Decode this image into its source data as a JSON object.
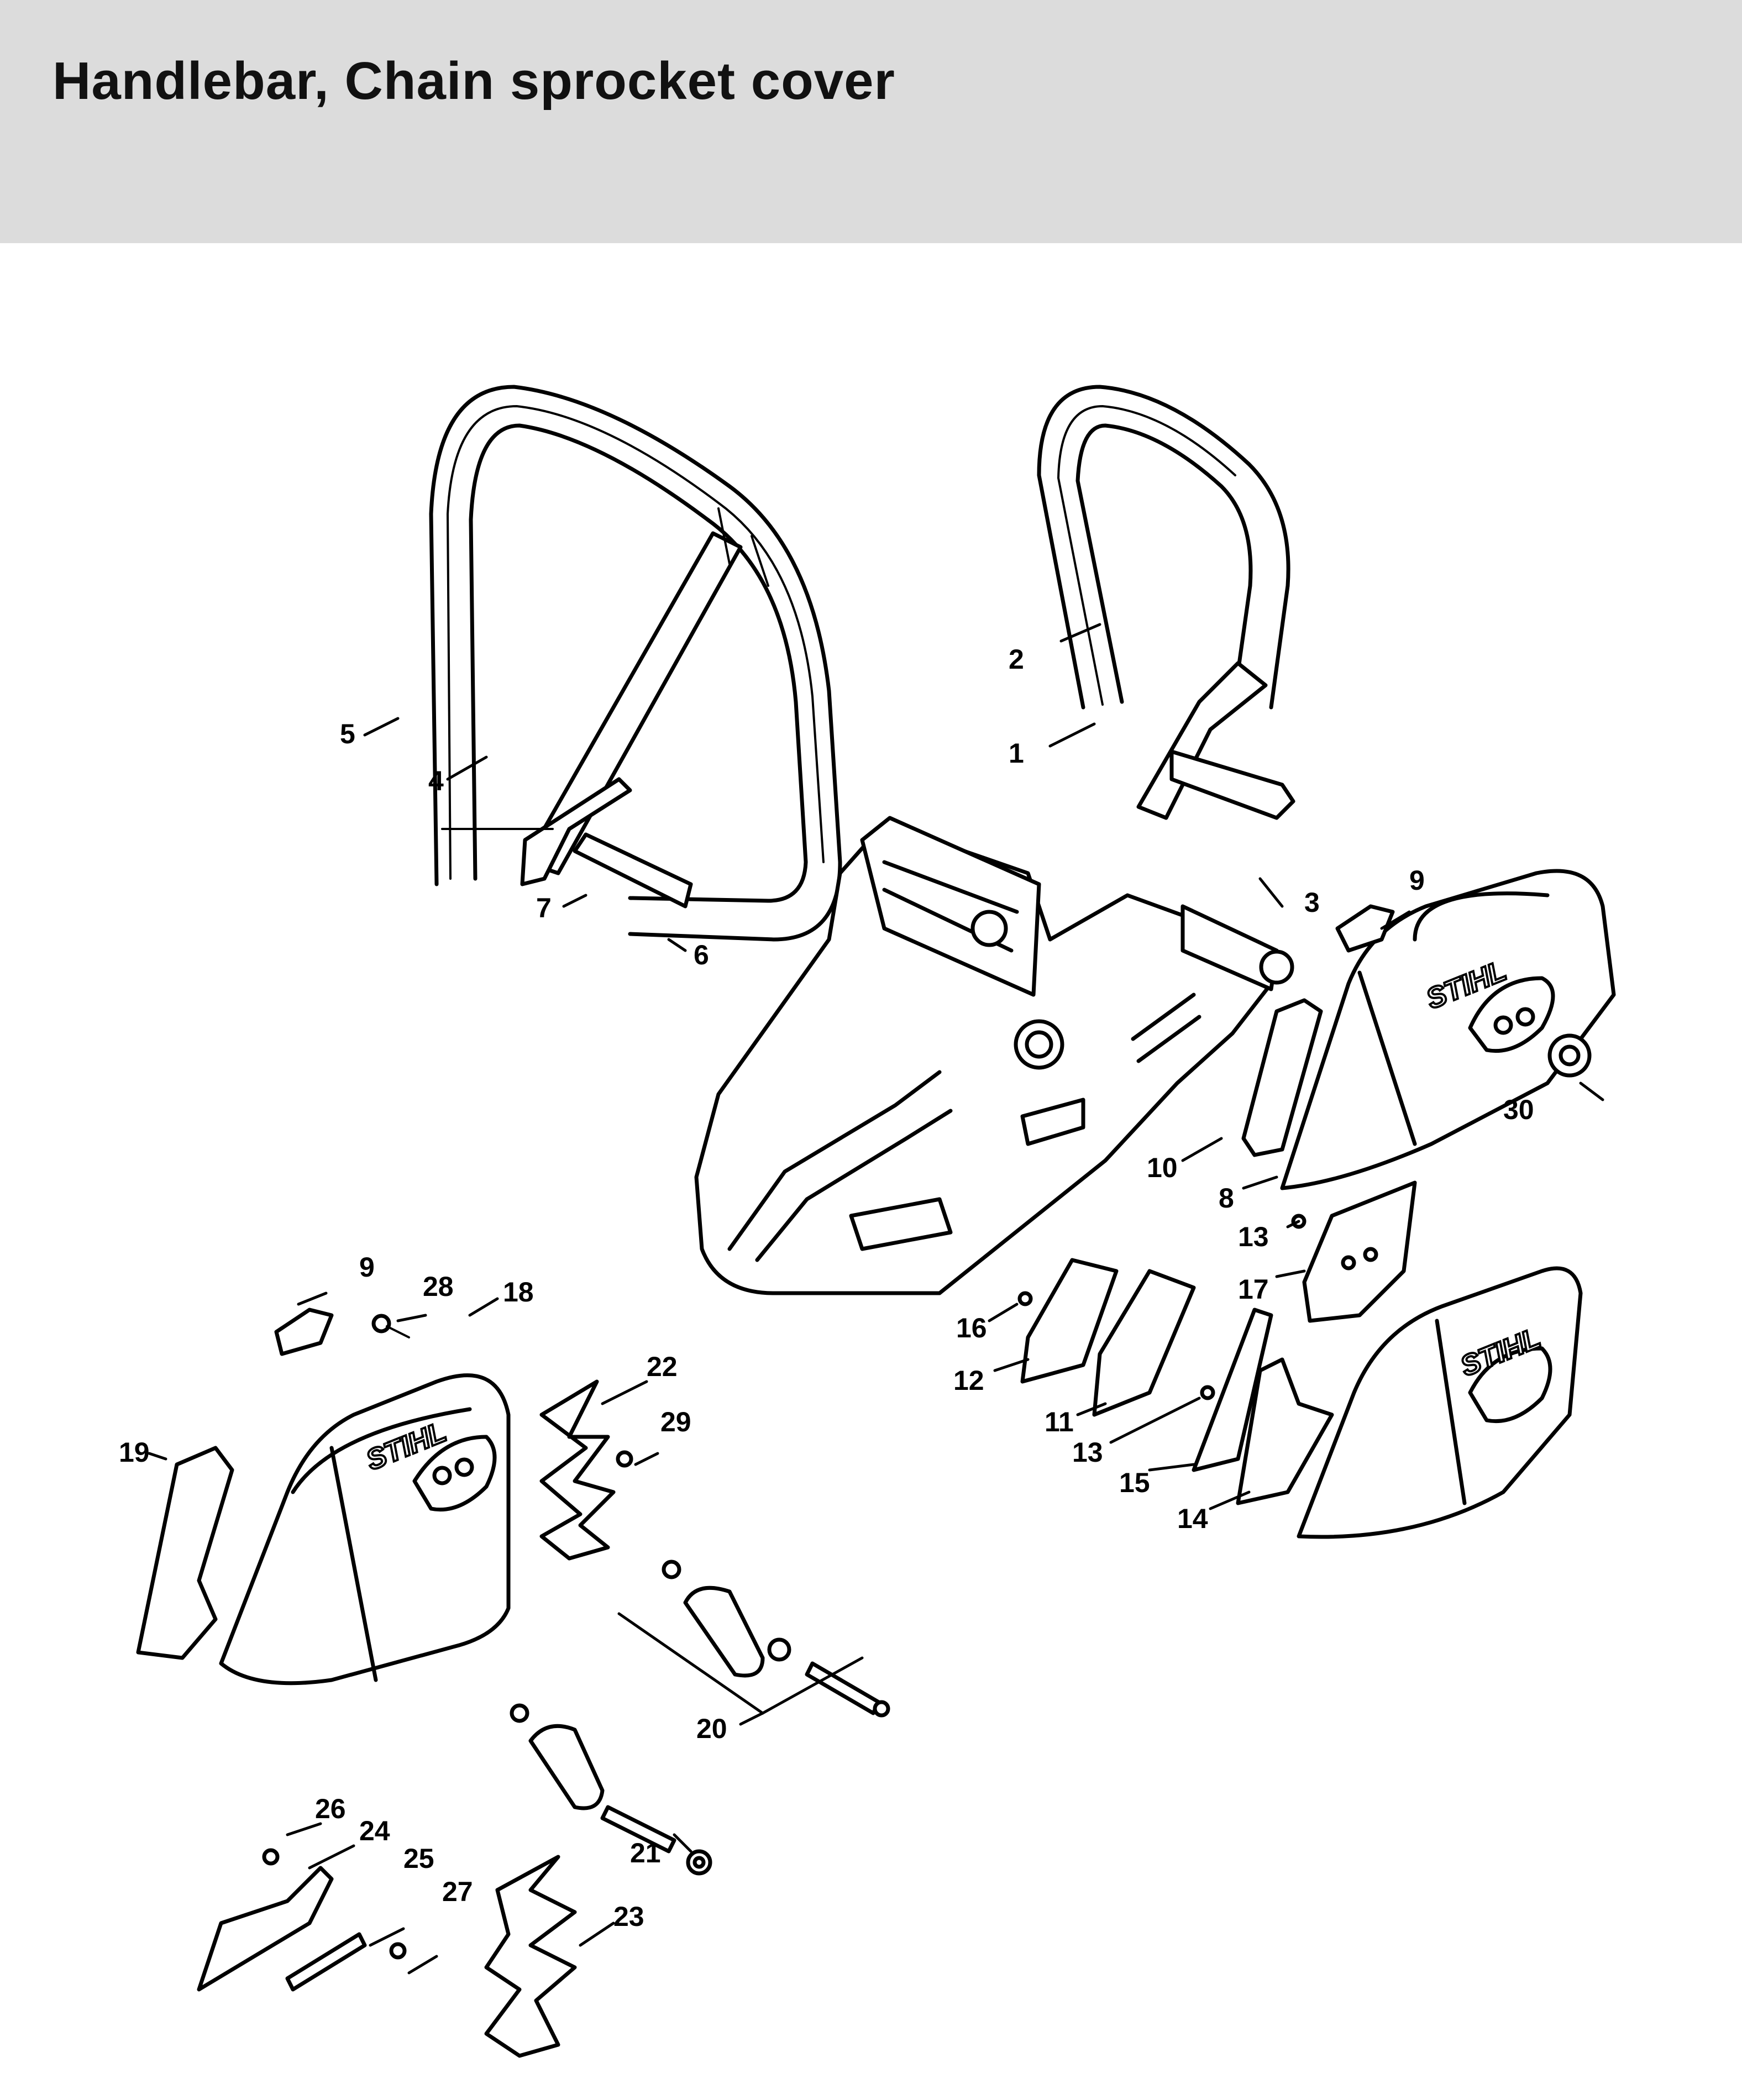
{
  "header": {
    "title": "Handlebar, Chain sprocket cover",
    "background": "#dcdcdc"
  },
  "diagram": {
    "brand_mark": "STIHL",
    "callouts": [
      {
        "id": "c1",
        "label": "1"
      },
      {
        "id": "c2",
        "label": "2"
      },
      {
        "id": "c3",
        "label": "3"
      },
      {
        "id": "c4",
        "label": "4"
      },
      {
        "id": "c5",
        "label": "5"
      },
      {
        "id": "c6",
        "label": "6"
      },
      {
        "id": "c7",
        "label": "7"
      },
      {
        "id": "c8",
        "label": "8"
      },
      {
        "id": "c9a",
        "label": "9"
      },
      {
        "id": "c9b",
        "label": "9"
      },
      {
        "id": "c10",
        "label": "10"
      },
      {
        "id": "c11",
        "label": "11"
      },
      {
        "id": "c12",
        "label": "12"
      },
      {
        "id": "c13a",
        "label": "13"
      },
      {
        "id": "c13b",
        "label": "13"
      },
      {
        "id": "c14",
        "label": "14"
      },
      {
        "id": "c15",
        "label": "15"
      },
      {
        "id": "c16",
        "label": "16"
      },
      {
        "id": "c17",
        "label": "17"
      },
      {
        "id": "c18",
        "label": "18"
      },
      {
        "id": "c19",
        "label": "19"
      },
      {
        "id": "c20",
        "label": "20"
      },
      {
        "id": "c21",
        "label": "21"
      },
      {
        "id": "c22",
        "label": "22"
      },
      {
        "id": "c23",
        "label": "23"
      },
      {
        "id": "c24",
        "label": "24"
      },
      {
        "id": "c25",
        "label": "25"
      },
      {
        "id": "c26",
        "label": "26"
      },
      {
        "id": "c27",
        "label": "27"
      },
      {
        "id": "c28",
        "label": "28"
      },
      {
        "id": "c29",
        "label": "29"
      },
      {
        "id": "c30",
        "label": "30"
      }
    ]
  }
}
